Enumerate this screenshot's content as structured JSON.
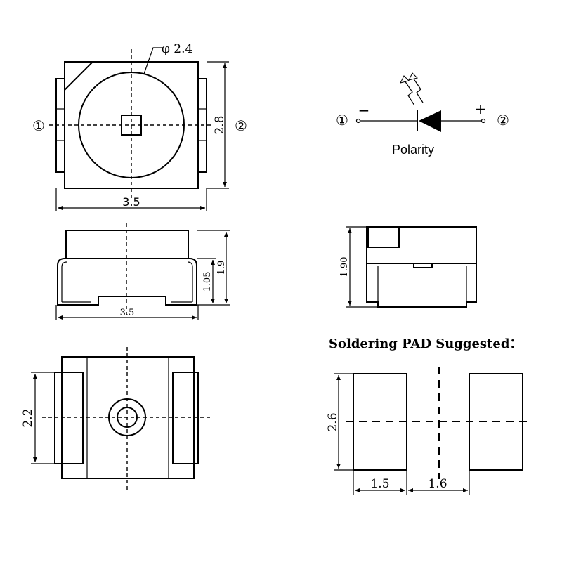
{
  "top_view": {
    "lens_diameter": "φ 2.4",
    "height_dim": "2.8",
    "width_dim": "3.5",
    "pin1_label": "①",
    "pin2_label": "②"
  },
  "polarity": {
    "pin1_label": "①",
    "pin2_label": "②",
    "minus_sign": "−",
    "plus_sign": "+",
    "label": "Polarity"
  },
  "side_view": {
    "width_dim": "3.5",
    "body_height_dim": "1.05",
    "total_height_dim": "1.9"
  },
  "end_view": {
    "height_dim": "1.90"
  },
  "bottom_view": {
    "pad_height_dim": "2.2"
  },
  "solder_pad": {
    "title": "Soldering PAD Suggested：",
    "height_dim": "2.6",
    "pad_width_dim": "1.5",
    "gap_dim": "1.6"
  }
}
